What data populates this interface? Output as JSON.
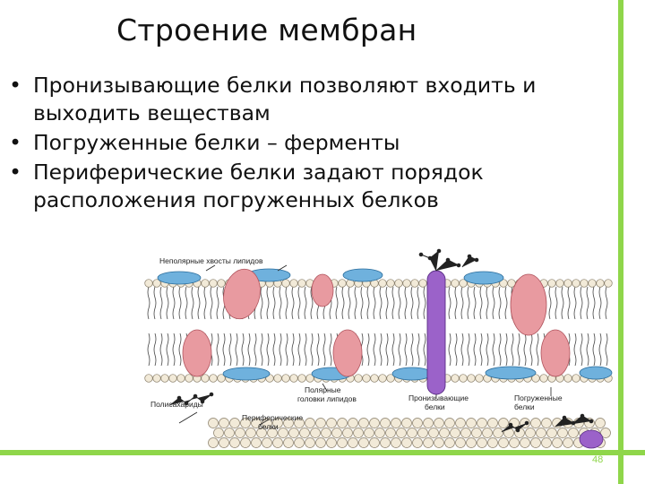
{
  "slide": {
    "title": "Строение мембран",
    "bullets": [
      "Пронизывающие белки позволяют входить и выходить веществам",
      "Погруженные белки – ферменты",
      "Периферические белки задают порядок расположения погруженных белков"
    ],
    "bullet_glyph": "•",
    "page_number": "48"
  },
  "diagram": {
    "labels": {
      "tails": "Неполярные хвосты липидов",
      "heads": "Полярные головки липидов",
      "glyco": "Полисахариды",
      "peripheral": "Периферические белки",
      "transmembrane": "Пронизывающие белки",
      "embedded": "Погруженные белки"
    }
  },
  "colors": {
    "accent_green": "#8fd64a",
    "head_fill": "#f2ead8",
    "peripheral_blue": "#6fb1dd",
    "embedded_pink": "#e89aa0",
    "transmembrane_purple": "#9b62c9"
  }
}
